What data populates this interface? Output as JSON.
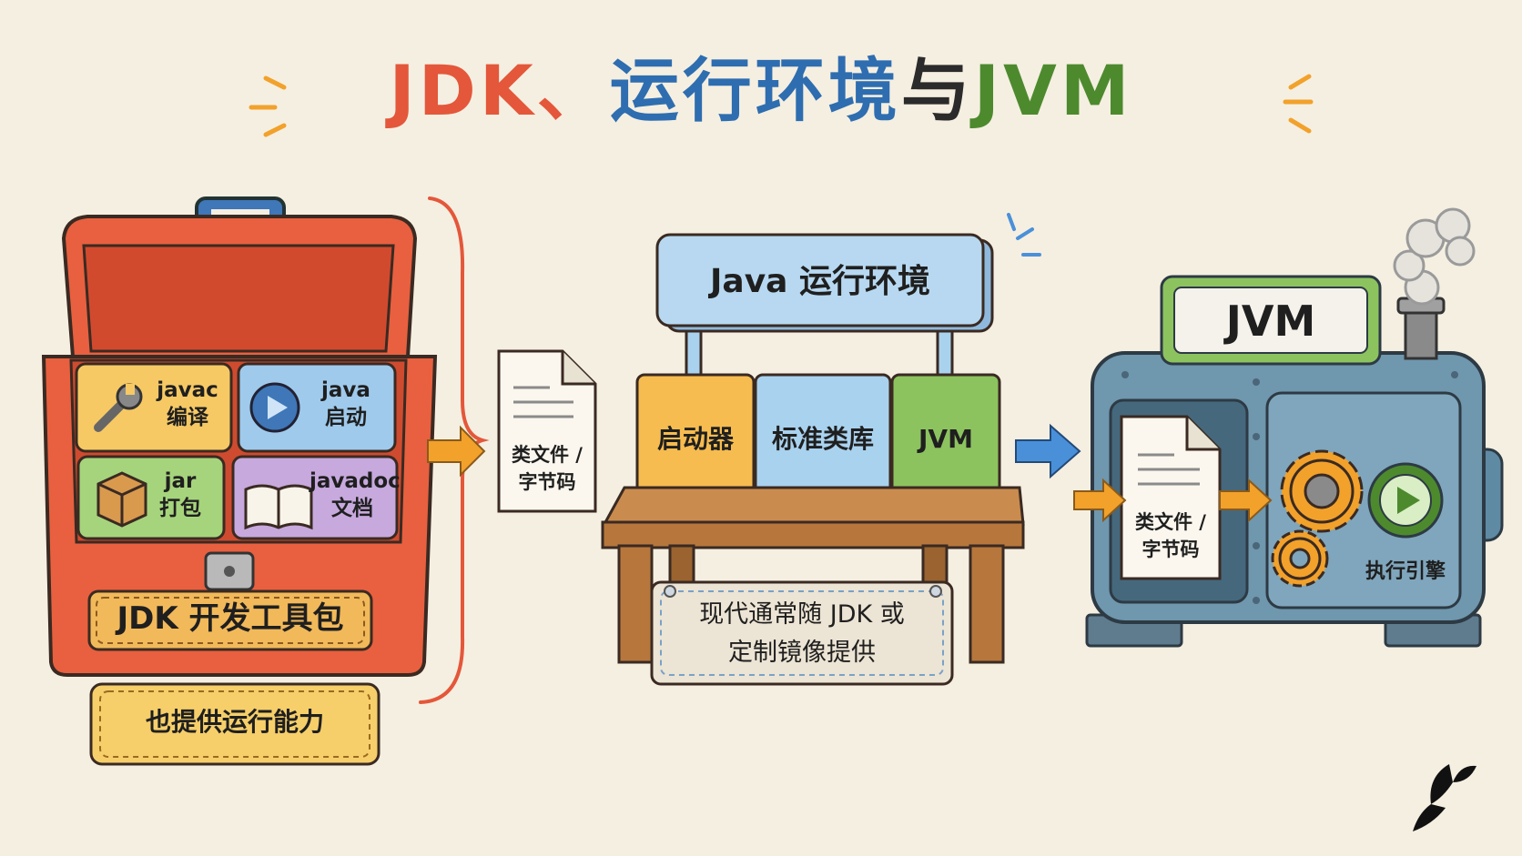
{
  "title": {
    "part_jdk": "JDK、",
    "part_runtime": "运行环境",
    "part_and": "与",
    "part_jvm": "JVM"
  },
  "jdk_toolbox": {
    "tools": [
      {
        "name": "javac",
        "desc": "编译",
        "icon": "wrench-icon",
        "color": "#f6c964"
      },
      {
        "name": "java",
        "desc": "启动",
        "icon": "play-icon",
        "color": "#9fcaec"
      },
      {
        "name": "jar",
        "desc": "打包",
        "icon": "box-icon",
        "color": "#a6d47c"
      },
      {
        "name": "javadoc",
        "desc": "文档",
        "icon": "book-icon",
        "color": "#c7a9de"
      }
    ],
    "label": "JDK 开发工具包",
    "runtime_note": "也提供运行能力"
  },
  "class_file_left": {
    "line1": "类文件 /",
    "line2": "字节码"
  },
  "runtime_env": {
    "sign": "Java 运行环境",
    "blocks": [
      {
        "label": "启动器",
        "color": "#f6bc4f"
      },
      {
        "label": "标准类库",
        "color": "#a9d2ef"
      },
      {
        "label": "JVM",
        "color": "#8cc35f"
      }
    ],
    "note_line1": "现代通常随 JDK 或",
    "note_line2": "定制镜像提供"
  },
  "jvm_machine": {
    "sign": "JVM",
    "class_file": {
      "line1": "类文件 /",
      "line2": "字节码"
    },
    "engine_label": "执行引擎"
  },
  "colors": {
    "background": "#f5efe1",
    "jdk_red": "#e4573a",
    "runtime_blue": "#2e6db0",
    "jvm_green": "#4d8a2e",
    "arrow_orange": "#f2a12b",
    "arrow_blue": "#4a90d9"
  }
}
